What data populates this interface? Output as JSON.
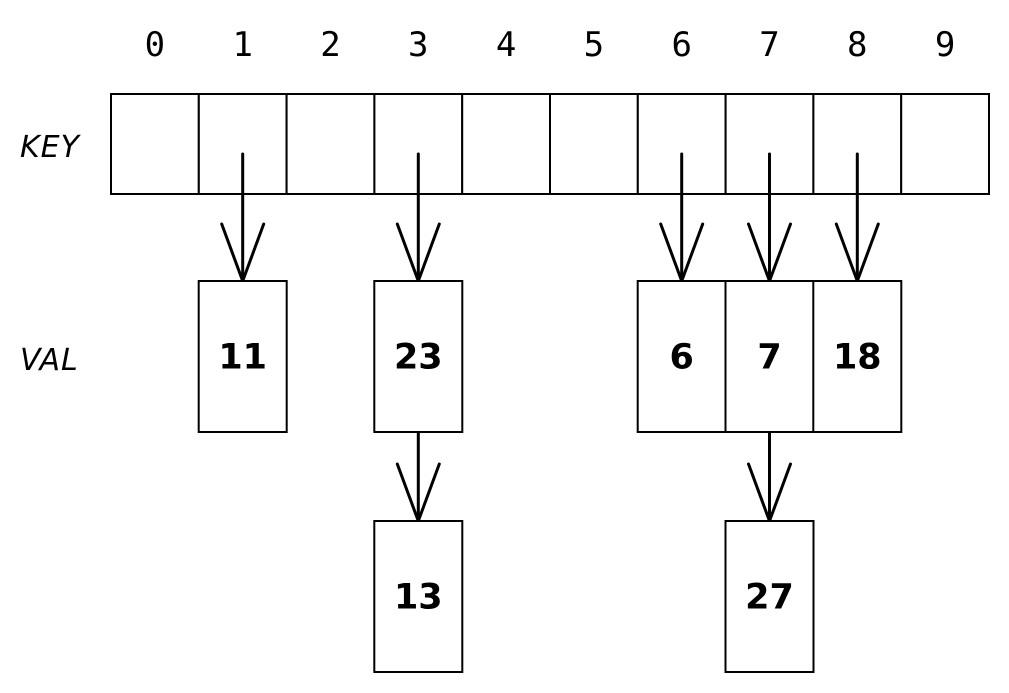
{
  "labels": {
    "key": "KEY",
    "val": "VAL"
  },
  "indices": [
    "0",
    "1",
    "2",
    "3",
    "4",
    "5",
    "6",
    "7",
    "8",
    "9"
  ],
  "buckets": [
    {
      "index": "1",
      "values": [
        "11"
      ]
    },
    {
      "index": "3",
      "values": [
        "23",
        "13"
      ]
    },
    {
      "index": "6",
      "values": [
        "6"
      ]
    },
    {
      "index": "7",
      "values": [
        "7",
        "27"
      ]
    },
    {
      "index": "8",
      "values": [
        "18"
      ]
    }
  ],
  "colors": {
    "stroke": "#000000",
    "background": "#ffffff"
  }
}
